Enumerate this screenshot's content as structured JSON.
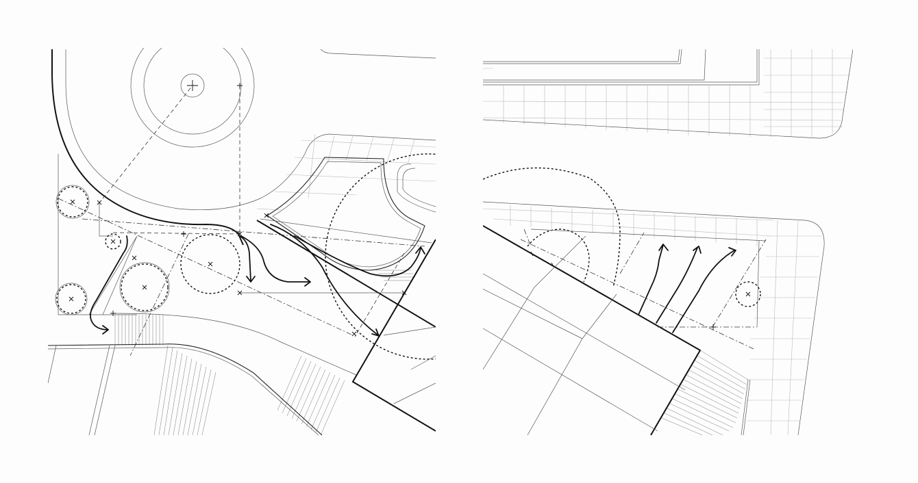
{
  "diagram": {
    "panels": [
      {
        "id": "left",
        "description_kind": "plan-drawing"
      },
      {
        "id": "right",
        "description_kind": "plan-drawing"
      }
    ]
  }
}
